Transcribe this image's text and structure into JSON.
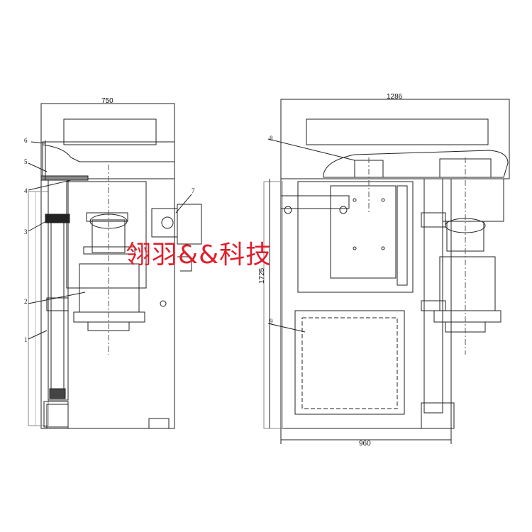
{
  "dimensions": {
    "left_width": "750",
    "right_width": "1286",
    "right_height": "1725",
    "right_base_width": "960"
  },
  "callouts": [
    "1",
    "2",
    "3",
    "4",
    "5",
    "6",
    "7",
    "8",
    "9"
  ],
  "watermark": "翎羽&&科技",
  "colors": {
    "line": "#1f2937",
    "watermark": "#e11d2a"
  }
}
